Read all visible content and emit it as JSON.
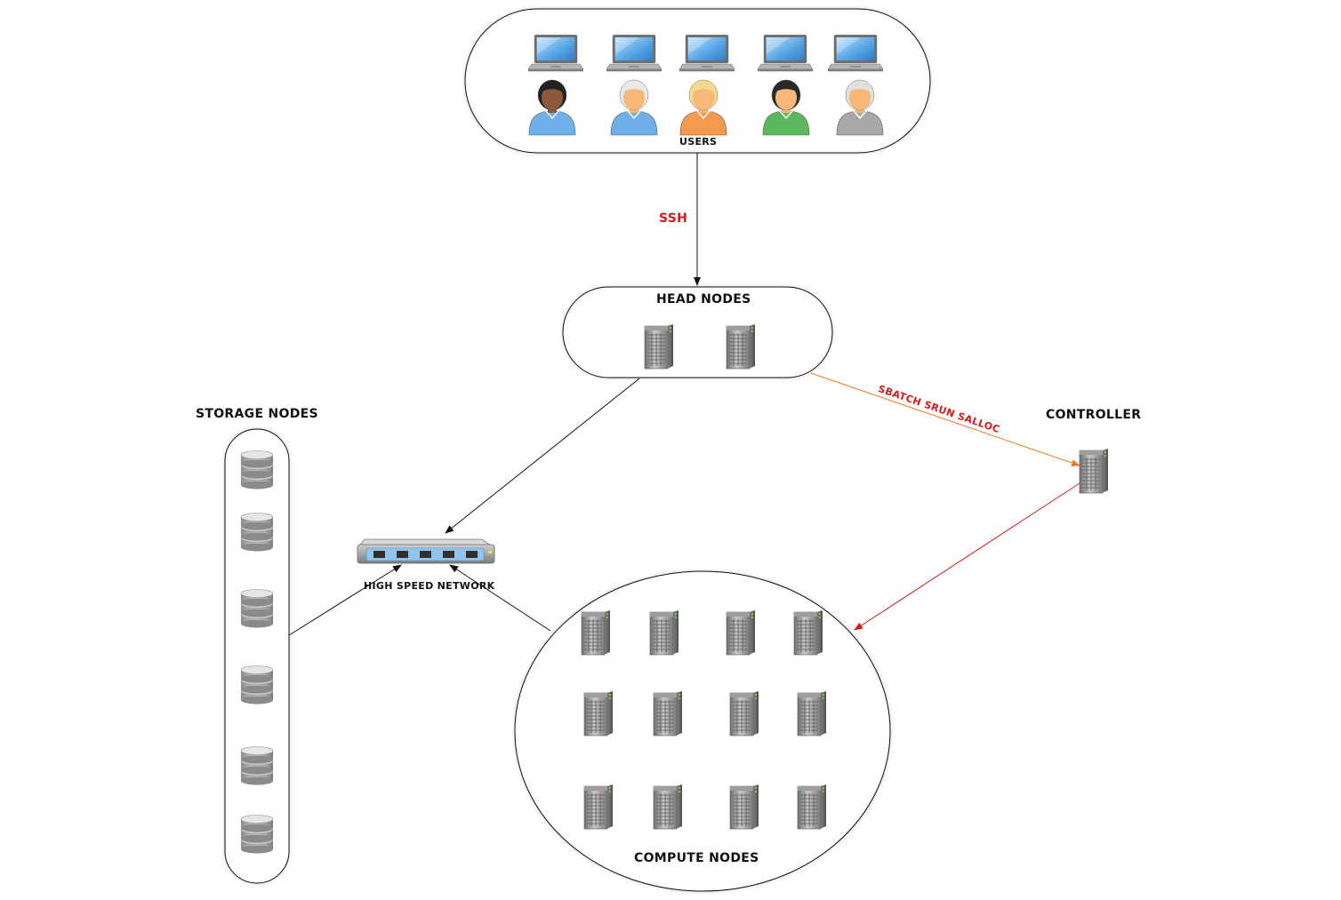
{
  "labels": {
    "users": "USERS",
    "ssh": "SSH",
    "head_nodes": "HEAD NODES",
    "job_commands": "SBATCH SRUN SALLOC",
    "controller": "CONTROLLER",
    "storage_nodes": "STORAGE NODES",
    "network": "HIGH SPEED NETWORK",
    "compute_nodes": "COMPUTE NODES"
  },
  "icons": {
    "user_device": "laptop-icon",
    "user": "person-icon",
    "server": "server-tower-icon",
    "storage": "database-icon",
    "network": "network-switch-icon"
  },
  "colors": {
    "ssh_label": "#d51a1a",
    "job_edge": "#f07a28",
    "job_label": "#d51a1a",
    "controller_edge": "#d51a1a",
    "default_edge": "#111111"
  },
  "users": [
    {
      "name": "user-1",
      "skin": "#8a5a3b",
      "hair": "#222222",
      "shirt": "#6fb0ea"
    },
    {
      "name": "user-2",
      "skin": "#f7b779",
      "hair": "#e8e8e8",
      "shirt": "#6fb0ea"
    },
    {
      "name": "user-3",
      "skin": "#f7b779",
      "hair": "#f5d98a",
      "shirt": "#f39a4c"
    },
    {
      "name": "user-4",
      "skin": "#f7b779",
      "hair": "#2a2a2a",
      "shirt": "#5cb85c"
    },
    {
      "name": "user-5",
      "skin": "#f7b779",
      "hair": "#e0e0e0",
      "shirt": "#a8a8a8"
    }
  ],
  "head_nodes": [
    "head-node-1",
    "head-node-2"
  ],
  "storage_nodes": [
    "storage-1",
    "storage-2",
    "storage-3",
    "storage-4",
    "storage-5",
    "storage-6"
  ],
  "compute_nodes": [
    "compute-1",
    "compute-2",
    "compute-3",
    "compute-4",
    "compute-5",
    "compute-6",
    "compute-7",
    "compute-8",
    "compute-9",
    "compute-10",
    "compute-11",
    "compute-12"
  ]
}
